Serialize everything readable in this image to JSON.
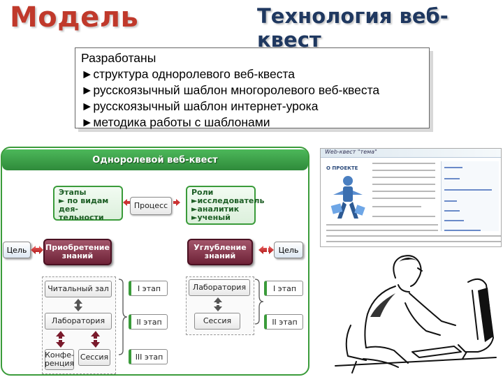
{
  "header": {
    "left_title": "Модель",
    "right_title": "Технология веб-квест"
  },
  "textbox": {
    "heading": "Разработаны",
    "items": [
      "►структура одноролевого веб-квеста",
      "►русскоязычный шаблон многоролевого веб-квеста",
      "►русскоязычный шаблон интернет-урока",
      "►методика работы с шаблонами"
    ]
  },
  "diagram": {
    "title": "Одноролевой веб-квест",
    "stages_box": {
      "title": "Этапы",
      "lines": [
        "► по видам дея-",
        "тельности"
      ]
    },
    "process": "Процесс",
    "roles_box": {
      "title": "Роли",
      "lines": [
        "►исследователь",
        "►аналитик",
        "►ученый"
      ]
    },
    "goal_left": "Цель",
    "goal_right": "Цель",
    "acquisition": [
      "Приобретение",
      "знаний"
    ],
    "deepening": [
      "Углубление",
      "знаний"
    ],
    "left_activities": {
      "reading_room": "Читальный зал",
      "laboratory": "Лаборатория",
      "conference": [
        "Конфе-",
        "ренция"
      ],
      "session": "Сессия"
    },
    "left_stages": [
      "I этап",
      "II этап",
      "III этап"
    ],
    "right_activities": {
      "laboratory": "Лаборатория",
      "session": "Сессия"
    },
    "right_stages": [
      "I этап",
      "II этап"
    ]
  },
  "webpage": {
    "header_text": "Web-квест \"тема\"",
    "about_label": "О ПРОЕКТЕ"
  },
  "colors": {
    "title_red": "#c0392b",
    "title_navy": "#1f3860",
    "diagram_green": "#2f9a3c",
    "knowledge_maroon": "#6e2237",
    "stage_accent": "#3a9b3a"
  },
  "icons": [
    "person-at-computer-illustration",
    "jigsaw-figure-icon",
    "arrow-icon"
  ]
}
